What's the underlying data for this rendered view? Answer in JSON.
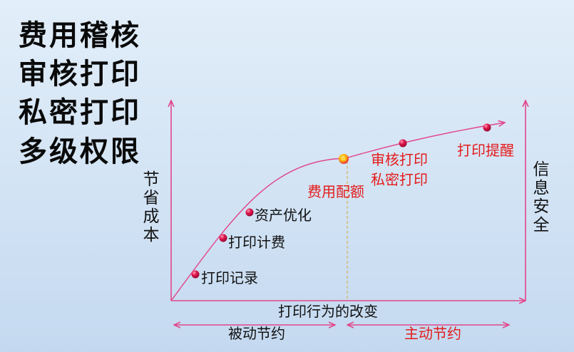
{
  "headings": [
    "费用稽核",
    "审核打印",
    "私密打印",
    "多级权限"
  ],
  "axes": {
    "left_label": "节省成本",
    "right_label": "信息安全",
    "x_label": "打印行为的改变"
  },
  "phases": {
    "passive": "被动节约",
    "active": "主动节约"
  },
  "points": [
    {
      "id": "print-record",
      "label": "打印记录"
    },
    {
      "id": "print-billing",
      "label": "打印计费"
    },
    {
      "id": "asset-optimization",
      "label": "资产优化"
    },
    {
      "id": "cost-quota",
      "label": "费用配额"
    },
    {
      "id": "audit-private-print",
      "label": "审核打印",
      "label2": "私密打印"
    },
    {
      "id": "print-reminder",
      "label": "打印提醒"
    }
  ],
  "colors": {
    "axis": "#e2468a",
    "curve": "#e2468a",
    "marker": "#e0174f",
    "highlight": "#ffb300",
    "text_red": "#e41c1c",
    "guide": "#d4b86a"
  }
}
